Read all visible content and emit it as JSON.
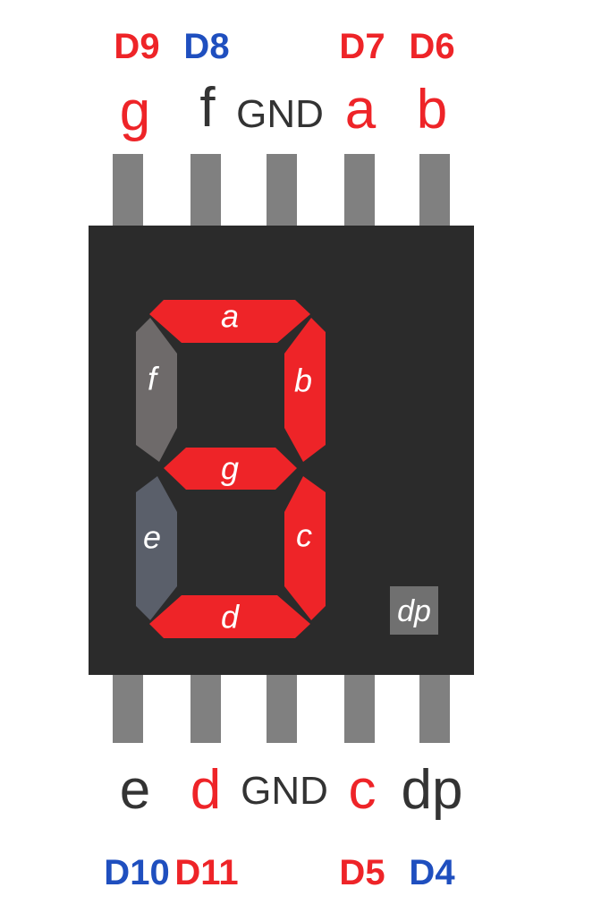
{
  "colors": {
    "red": "#ee2428",
    "blue": "#1f4fbf",
    "dark": "#333333",
    "body": "#2b2b2b",
    "pin": "#808080",
    "seg_on": "#ee2428",
    "seg_f": "#6e6a6a",
    "seg_e": "#5a5f6a",
    "dp_bg": "#707070"
  },
  "top_arduino": {
    "g": "D9",
    "f": "D8",
    "a": "D7",
    "b": "D6"
  },
  "top_pins": {
    "g": "g",
    "f": "f",
    "gnd": "GND",
    "a": "a",
    "b": "b"
  },
  "bottom_pins": {
    "e": "e",
    "d": "d",
    "gnd": "GND",
    "c": "c",
    "dp": "dp"
  },
  "bottom_arduino": {
    "e": "D10",
    "d": "D11",
    "c": "D5",
    "dp": "D4"
  },
  "segments": {
    "a": "a",
    "b": "b",
    "c": "c",
    "d": "d",
    "e": "e",
    "f": "f",
    "g": "g",
    "dp": "dp"
  }
}
